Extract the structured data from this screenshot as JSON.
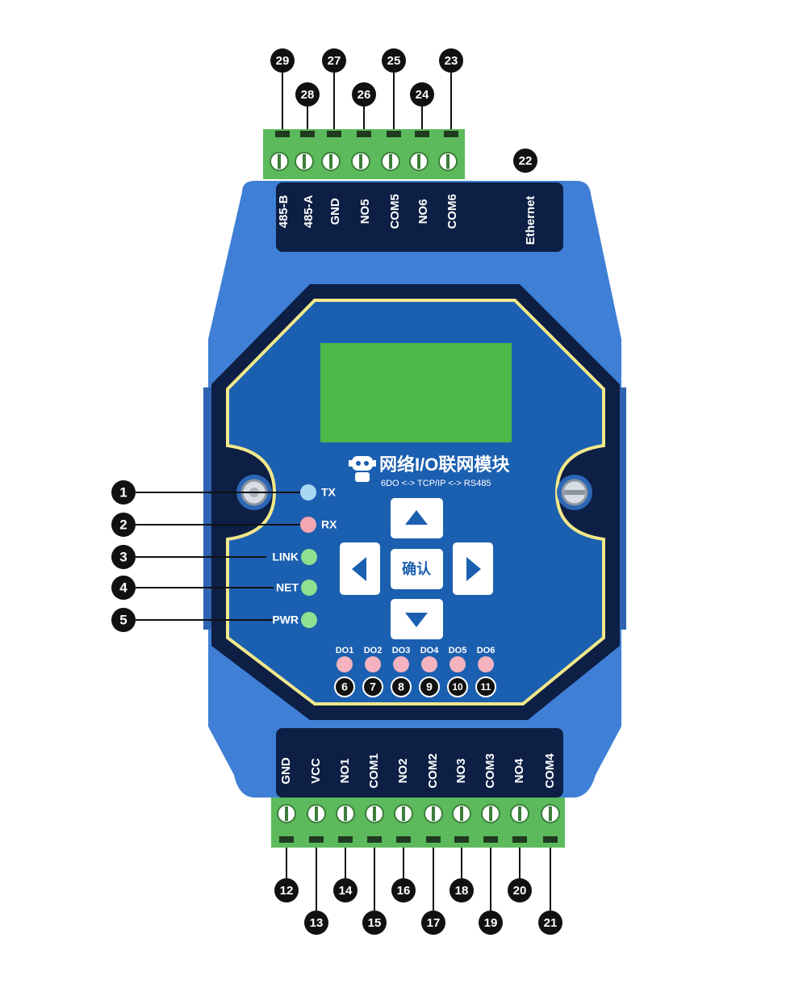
{
  "device": {
    "title": "网络I/O联网模块",
    "subtitle": "6DO  <->  TCP/IP  <->  RS485",
    "confirm_label": "确认",
    "ethernet_label": "Ethernet"
  },
  "top_terminals": [
    {
      "label": "485-B",
      "num": "29"
    },
    {
      "label": "485-A",
      "num": "28"
    },
    {
      "label": "GND",
      "num": "27"
    },
    {
      "label": "NO5",
      "num": "26"
    },
    {
      "label": "COM5",
      "num": "25"
    },
    {
      "label": "NO6",
      "num": "24"
    },
    {
      "label": "COM6",
      "num": "23"
    }
  ],
  "ethernet_num": "22",
  "bottom_terminals": [
    {
      "label": "GND",
      "num": "12"
    },
    {
      "label": "VCC",
      "num": "13"
    },
    {
      "label": "NO1",
      "num": "14"
    },
    {
      "label": "COM1",
      "num": "15"
    },
    {
      "label": "NO2",
      "num": "16"
    },
    {
      "label": "COM2",
      "num": "17"
    },
    {
      "label": "NO3",
      "num": "18"
    },
    {
      "label": "COM3",
      "num": "19"
    },
    {
      "label": "NO4",
      "num": "20"
    },
    {
      "label": "COM4",
      "num": "21"
    }
  ],
  "leds": [
    {
      "label": "TX",
      "num": "1",
      "color": "#a9d8f5"
    },
    {
      "label": "RX",
      "num": "2",
      "color": "#f4a6b2"
    },
    {
      "label": "LINK",
      "num": "3",
      "color": "#8fe08f"
    },
    {
      "label": "NET",
      "num": "4",
      "color": "#8fe08f"
    },
    {
      "label": "PWR",
      "num": "5",
      "color": "#8fe08f"
    }
  ],
  "do_leds": [
    {
      "label": "DO1",
      "num": "6"
    },
    {
      "label": "DO2",
      "num": "7"
    },
    {
      "label": "DO3",
      "num": "8"
    },
    {
      "label": "DO4",
      "num": "9"
    },
    {
      "label": "DO5",
      "num": "10"
    },
    {
      "label": "DO6",
      "num": "11"
    }
  ],
  "colors": {
    "body_blue": "#3f7fd6",
    "panel_blue": "#1b5fb0",
    "dark_navy": "#0d1f44",
    "yellow_trim": "#f2e88a",
    "lcd_green": "#4cb84a",
    "terminal_green": "#5cba5c",
    "do_led_pink": "#f4b3bf"
  }
}
